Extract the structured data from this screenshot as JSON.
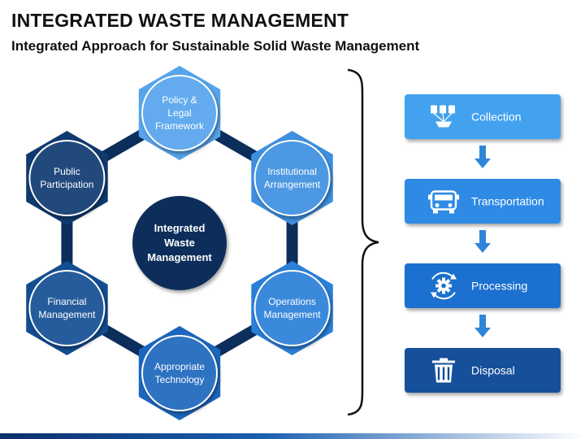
{
  "header": {
    "title": "INTEGRATED WASTE MANAGEMENT",
    "subtitle": "Integrated Approach for Sustainable Solid Waste Management"
  },
  "hub": {
    "label_lines": [
      "Integrated",
      "Waste",
      "Management"
    ]
  },
  "hexagon_nodes": [
    {
      "key": "policy",
      "label_lines": [
        "Policy &",
        "Legal",
        "Framework"
      ],
      "color": "#56a4ec"
    },
    {
      "key": "institutional",
      "label_lines": [
        "Institutional",
        "Arrangement"
      ],
      "color": "#3e8fe0"
    },
    {
      "key": "operations",
      "label_lines": [
        "Operations",
        "Management"
      ],
      "color": "#2a7fd8"
    },
    {
      "key": "technology",
      "label_lines": [
        "Appropriate",
        "Technology"
      ],
      "color": "#1c66bd"
    },
    {
      "key": "financial",
      "label_lines": [
        "Financial",
        "Management"
      ],
      "color": "#134d92"
    },
    {
      "key": "participation",
      "label_lines": [
        "Public",
        "Participation"
      ],
      "color": "#0f3a70"
    }
  ],
  "process_steps": [
    {
      "key": "collection",
      "label": "Collection",
      "icon": "collection-icon",
      "color": "#42a2ef"
    },
    {
      "key": "transportation",
      "label": "Transportation",
      "icon": "truck-icon",
      "color": "#2d8ae5"
    },
    {
      "key": "processing",
      "label": "Processing",
      "icon": "gear-cycle-icon",
      "color": "#1a6fcf"
    },
    {
      "key": "disposal",
      "label": "Disposal",
      "icon": "trash-icon",
      "color": "#124f9a"
    }
  ],
  "colors": {
    "hub": "#0b2e5a",
    "connector": "#0b2e5a",
    "arrow": "#2f86d8",
    "bracket": "#111111"
  }
}
